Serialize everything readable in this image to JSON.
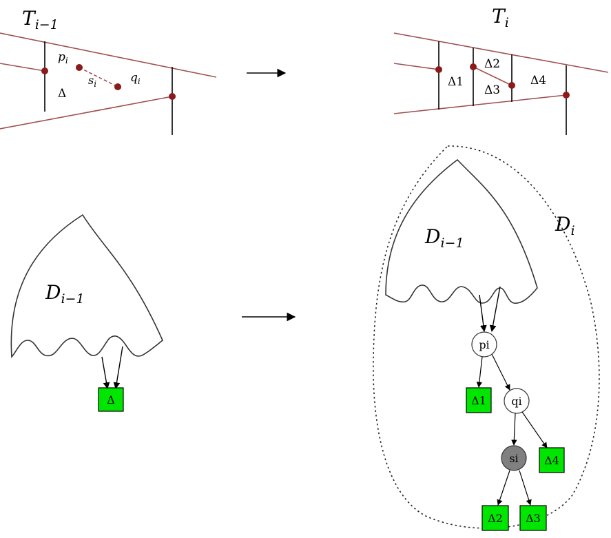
{
  "top_left": {
    "title_main": "T",
    "title_sub": "i−1",
    "p_main": "p",
    "p_sub": "i",
    "s_main": "s",
    "s_sub": "i",
    "q_main": "q",
    "q_sub": "i",
    "region": "Δ"
  },
  "top_right": {
    "title_main": "T",
    "title_sub": "i",
    "regions": [
      "Δ1",
      "Δ2",
      "Δ3",
      "Δ4"
    ]
  },
  "bottom_left": {
    "struct_main": "D",
    "struct_sub": "i−1",
    "leaf": "Δ"
  },
  "bottom_right": {
    "outer_main": "D",
    "outer_sub": "i",
    "inner_main": "D",
    "inner_sub": "i−1",
    "nodes": {
      "p": "pi",
      "q": "qi",
      "s": "si"
    },
    "leaves": [
      "Δ1",
      "Δ2",
      "Δ3",
      "Δ4"
    ]
  },
  "colors": {
    "segment": "#a05050",
    "point": "#8b1a1a",
    "leaf_fill": "#00e600",
    "s_node_fill": "#808080"
  }
}
